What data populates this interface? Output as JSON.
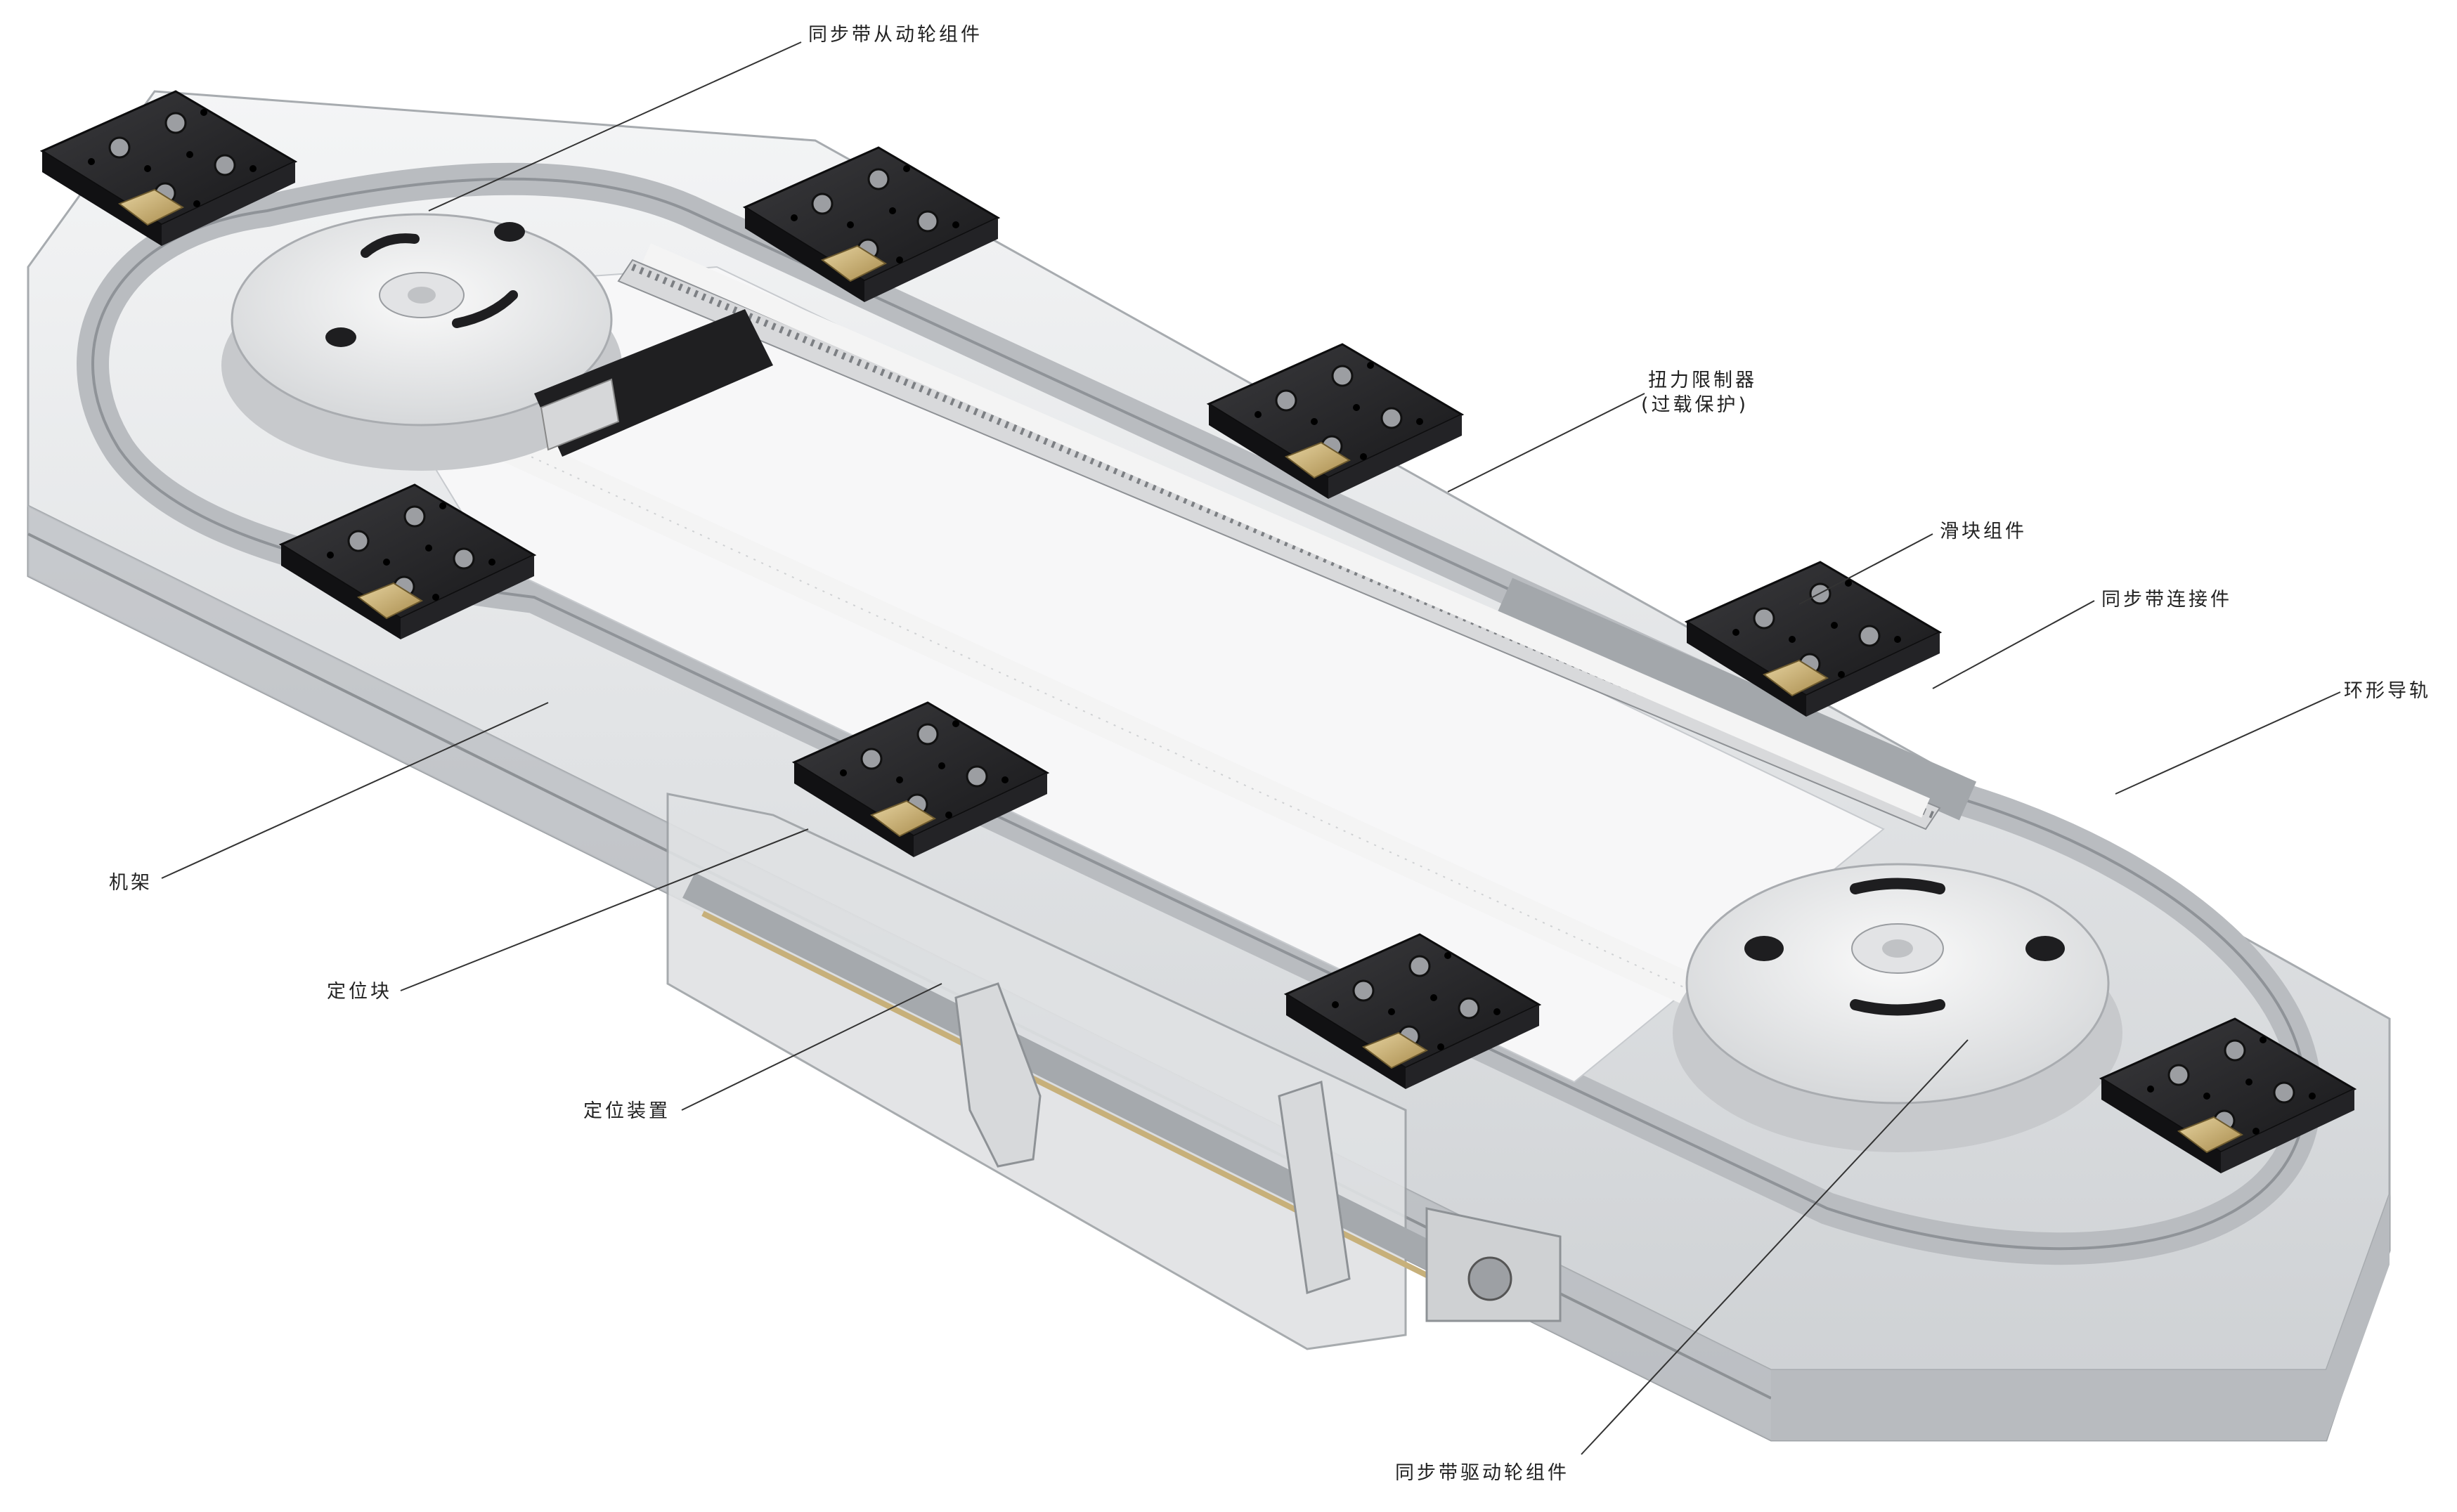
{
  "labels": {
    "driven_wheel": "同步带从动轮组件",
    "torque_limiter_line1": "扭力限制器",
    "torque_limiter_line2": "(过载保护)",
    "slider": "滑块组件",
    "belt_connector": "同步带连接件",
    "ring_guide": "环形导轨",
    "frame": "机架",
    "locating_block": "定位块",
    "locating_device": "定位装置",
    "drive_wheel": "同步带驱动轮组件"
  },
  "colors": {
    "rail": "#b9bcc0",
    "frame": "#e9eaec",
    "slider_plate": "#2a2a2c",
    "bracket": "#c9b07a",
    "belt": "#f4f4f4",
    "wheel": "#ededee"
  }
}
